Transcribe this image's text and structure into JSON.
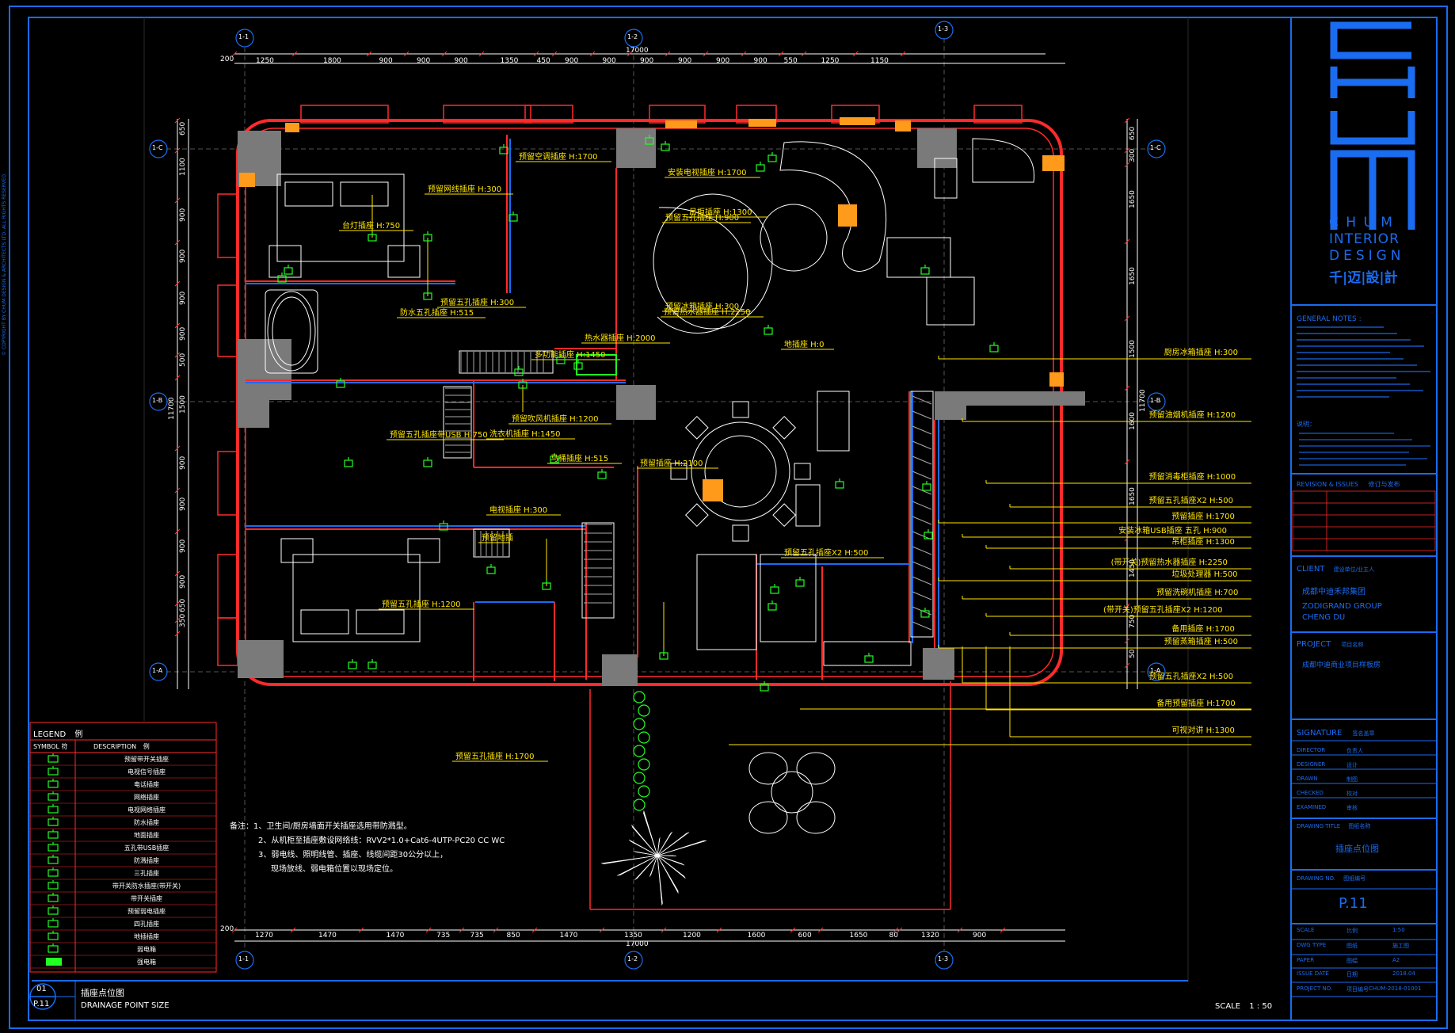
{
  "colors": {
    "frame": "#1a6cf0",
    "wall": "#ff2a2a",
    "annotation": "#ffe600",
    "dimension": "#ffffff",
    "symbol": "#22ff22",
    "fixture": "#ff9a1a",
    "column": "#7a7a7a",
    "background": "#000000"
  },
  "grid": {
    "top": [
      "1-1",
      "1-2",
      "1-3"
    ],
    "bottom": [
      "1-1",
      "1-2",
      "1-3"
    ],
    "left": [
      "1-C",
      "1-B",
      "1-A"
    ],
    "right": [
      "1-C",
      "1-B",
      "1-A"
    ]
  },
  "dims": {
    "top_total": "17000",
    "top_offset": "200",
    "top": [
      "1250",
      "1800",
      "900",
      "900",
      "900",
      "1350",
      "450",
      "900",
      "900",
      "900",
      "900",
      "900",
      "900",
      "550",
      "1250",
      "1150"
    ],
    "bottom_total": "17000",
    "bottom_offset": "200",
    "bottom": [
      "1270",
      "1470",
      "1470",
      "735",
      "735",
      "850",
      "1470",
      "1350",
      "1200",
      "1600",
      "600",
      "1650",
      "80",
      "1320",
      "900"
    ],
    "left_total": "11700",
    "left": [
      "650",
      "1100",
      "900",
      "900",
      "900",
      "900",
      "500",
      "1500",
      "900",
      "900",
      "900",
      "900",
      "650",
      "350"
    ],
    "right_total": "11700",
    "right": [
      "650",
      "300",
      "1650",
      "1650",
      "1500",
      "1600",
      "1650",
      "1450",
      "750",
      "50"
    ]
  },
  "annotations": [
    "预留网线插座 H:300",
    "预留空调插座 H:1700",
    "多功能插座 H:1450",
    "预留吹风机插座 H:1200",
    "预留五孔插座 H:300",
    "预留五孔插座带USB H:750",
    "电视插座 H:300",
    "预留地插",
    "预留五孔插座 H:1200",
    "预留五孔插座 H:1700",
    "防水五孔插座 H:515",
    "预留冰箱插座 H:300",
    "热水器插座 H:2000",
    "预留热水器插座 H:2250",
    "洗衣机插座 H:1450",
    "马桶插座 H:515",
    "台灯插座 H:750",
    "预留五孔插座X2 H:500",
    "安装电视插座 H:1700",
    "吊柜插座 H:1300",
    "预留五孔插座 H:900",
    "预留插座 H:2100",
    "地插座 H:0"
  ],
  "right_callouts": [
    "厨房冰箱插座 H:300",
    "预留油烟机插座 H:1200",
    "预留消毒柜插座 H:1000",
    "预留五孔插座X2 H:500",
    "预留插座 H:1700",
    "安装冰箱USB插座 五孔 H:900",
    "吊柜插座 H:1300",
    "(带开关)预留热水器插座 H:2250",
    "垃圾处理器 H:500",
    "预留洗碗机插座 H:700",
    "(带开关)预留五孔插座X2 H:1200",
    "备用插座 H:1700",
    "预留蒸箱插座 H:500",
    "预留五孔插座X2 H:500",
    "备用预留插座 H:1700",
    "可视对讲 H:1300"
  ],
  "notes": {
    "l1": "备注：1、卫生间/厨房墙面开关插座选用带防溅型。",
    "l2": "2、从机柜至插座敷设网络线：RVV2*1.0+Cat6-4UTP-PC20 CC WC",
    "l3": "3、弱电线、照明线管、插座、线缆间距30公分以上，",
    "l4": "现场放线、弱电箱位置以现场定位。"
  },
  "legend": {
    "title": "LEGEND",
    "title_cn": "例",
    "col1": "SYMBOL",
    "col1_cn": "符",
    "col2": "DESCRIPTION",
    "col2_cn": "例",
    "rows": [
      "预留带开关插座",
      "电视信号插座",
      "电话插座",
      "网络插座",
      "电视网络插座",
      "防水插座",
      "地面插座",
      "五孔带USB插座",
      "防溅插座",
      "三孔插座",
      "带开关防水插座(带开关)",
      "带开关插座",
      "预留弱电插座",
      "四孔插座",
      "地插插座",
      "弱电箱",
      "强电箱"
    ]
  },
  "drawing": {
    "number": "01",
    "page": "P.11",
    "title_cn": "插座点位图",
    "title_en": "DRAINAGE POINT SIZE",
    "scale_label": "SCALE",
    "scale_value": "1 : 50"
  },
  "titleblock": {
    "brand_letters": "CHUM",
    "brand_spaced": "C H U M",
    "brand_line2": "INTERIOR",
    "brand_line3": "DESIGN",
    "brand_cn": "千|迈|設|計",
    "general_notes": "GENERAL NOTES :",
    "notes_cn": "说明：",
    "revision": "REVISION & ISSUES",
    "revision_cn": "修订与发布",
    "client": "CLIENT",
    "client_cn": "建设单位/业主人",
    "client_name_cn": "成都中迪禾邦集团",
    "client_name_en1": "ZODIGRAND GROUP",
    "client_name_en2": "CHENG DU",
    "project": "PROJECT",
    "project_cn": "项目名称",
    "project_name": "成都中迪商业项目样板房",
    "signature": "SIGNATURE",
    "signature_cn": "签名盖章",
    "roles": [
      {
        "role": "DIRECTOR",
        "cn": "负责人"
      },
      {
        "role": "DESIGNER",
        "cn": "设计"
      },
      {
        "role": "DRAWN",
        "cn": "制图"
      },
      {
        "role": "CHECKED",
        "cn": "校对"
      },
      {
        "role": "EXAMINED",
        "cn": "审核"
      }
    ],
    "drawing_title_label": "DRAWING TITLE",
    "drawing_title_label_cn": "图纸名称",
    "drawing_title": "插座点位图",
    "drawing_no_label": "DRAWING NO.",
    "drawing_no_label_cn": "图纸编号",
    "drawing_no": "P.11",
    "rows": [
      {
        "label": "SCALE",
        "cn": "比例",
        "value": "1:50"
      },
      {
        "label": "DWG TYPE",
        "cn": "图纸",
        "value": "施工图"
      },
      {
        "label": "PAPER",
        "cn": "图幅",
        "value": "A2"
      },
      {
        "label": "ISSUE DATE",
        "cn": "日期",
        "value": "2018.04"
      },
      {
        "label": "PROJECT NO.",
        "cn": "项目编号",
        "value": "CHUM-2018-01001"
      }
    ]
  }
}
